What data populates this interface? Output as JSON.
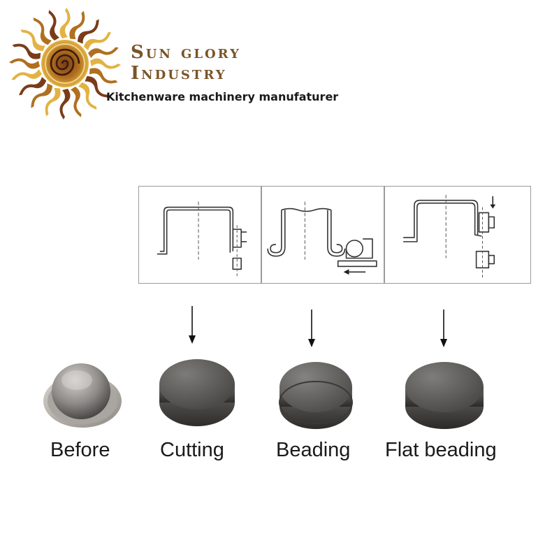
{
  "brand": {
    "line1": "Sun glory",
    "line2": "Industry",
    "tagline": "Kitchenware machinery manufaturer"
  },
  "stages": [
    {
      "caption": "Before"
    },
    {
      "caption": "Cutting"
    },
    {
      "caption": "Beading"
    },
    {
      "caption": "Flat beading"
    }
  ],
  "colors": {
    "brand_text": "#7a5528",
    "panel_border": "#9a9a9a",
    "line_art": "#333333"
  }
}
